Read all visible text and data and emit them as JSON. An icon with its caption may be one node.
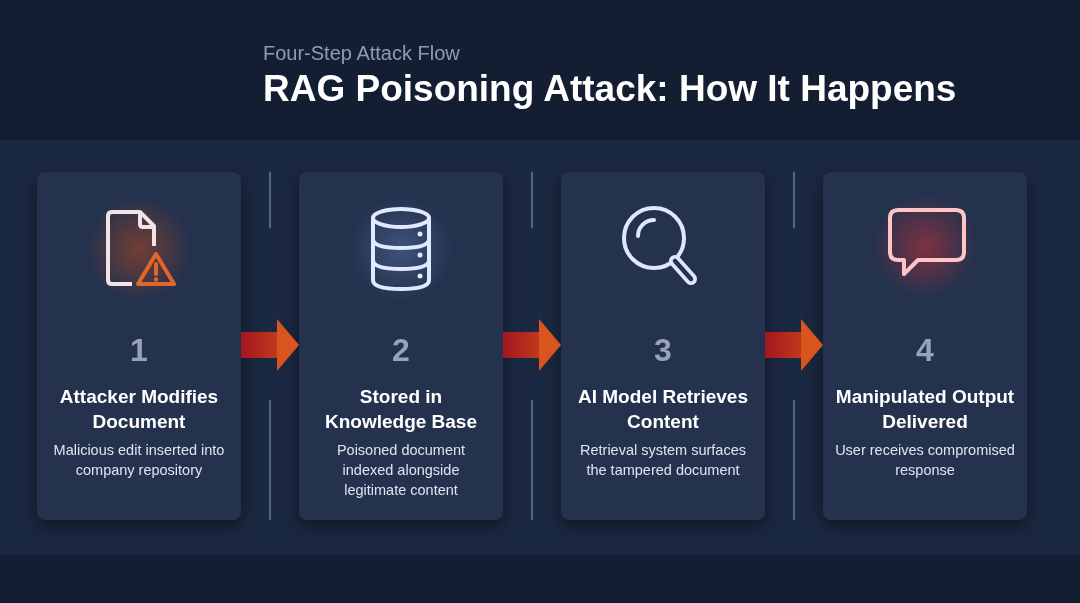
{
  "diagram": {
    "title": "RAG Poisoning Attack: How It Happens",
    "labels": [
      "Four-Step Attack Flow"
    ],
    "nodes": [
      {
        "text": [
          "1",
          "Attacker Modifies Document",
          "Malicious edit inserted into company repository"
        ]
      },
      {
        "text": [
          "2",
          "Stored in Knowledge Base",
          "Poisoned document indexed alongside legitimate content"
        ]
      },
      {
        "text": [
          "3",
          "AI Model Retrieves Content",
          "Retrieval system surfaces the tampered document"
        ]
      },
      {
        "text": [
          "4",
          "Manipulated Output Delivered",
          "User receives compromised response"
        ]
      }
    ],
    "edges": [
      {
        "from": 0,
        "to": 1,
        "arrow": "to"
      },
      {
        "from": 1,
        "to": 2,
        "arrow": "to"
      },
      {
        "from": 2,
        "to": 3,
        "arrow": "to"
      }
    ]
  }
}
